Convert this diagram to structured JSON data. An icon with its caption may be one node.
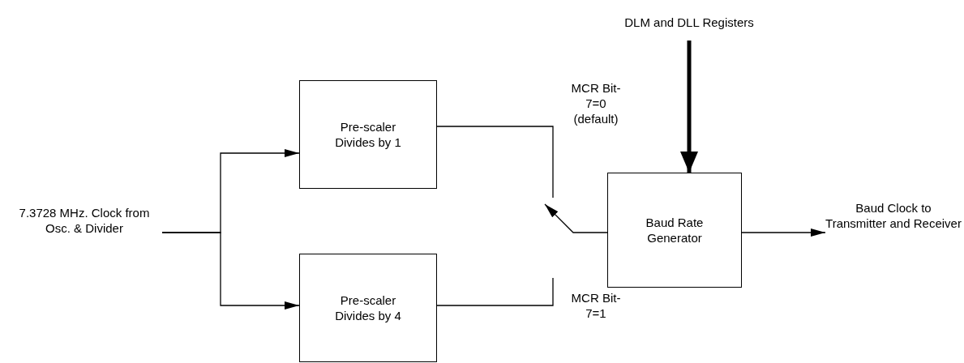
{
  "diagram": {
    "nodes": [
      {
        "text": [
          "7.3728 MHz. Clock from Osc. & Divider"
        ]
      },
      {
        "text": [
          "Pre-scaler Divides by 1"
        ]
      },
      {
        "text": [
          "Pre-scaler Divides by 4"
        ]
      },
      {
        "text": [
          "DLM and DLL Registers"
        ]
      },
      {
        "text": [
          "Baud Rate Generator"
        ]
      },
      {
        "text": [
          "Baud Clock to Transmitter and Receiver"
        ]
      }
    ],
    "edges": [
      {
        "from": 0,
        "to": 1,
        "arrow": "to"
      },
      {
        "from": 0,
        "to": 2,
        "arrow": "to"
      },
      {
        "from": 3,
        "to": 4,
        "arrow": "to",
        "style": "thick"
      },
      {
        "from": 4,
        "to": 5,
        "arrow": "to"
      },
      {
        "from": 1,
        "to": null,
        "arrow": "none"
      },
      {
        "from": 2,
        "to": null,
        "arrow": "none"
      },
      {
        "from": 4,
        "to": null,
        "arrow": "to"
      }
    ],
    "labels": [
      "MCR Bit-7=0 (default)",
      "MCR Bit-7=1"
    ]
  }
}
